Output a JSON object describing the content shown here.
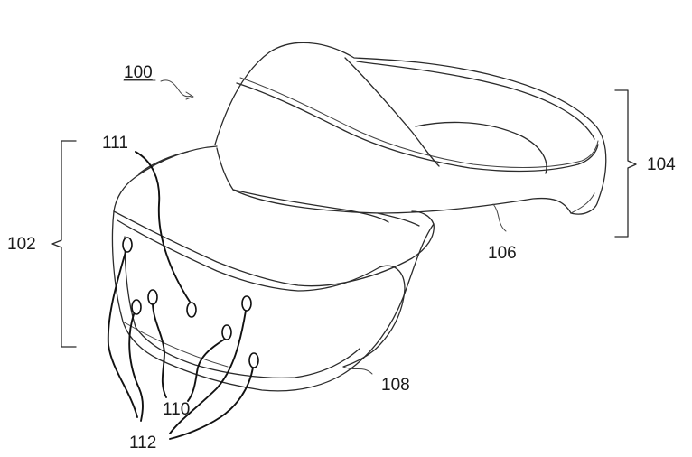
{
  "figure": {
    "labels": {
      "device": "100",
      "front_section": "102",
      "rear_section": "104",
      "head_strap": "106",
      "visor": "108",
      "sensor_group_a": "110",
      "sensor_single": "111",
      "sensor_group_b": "112"
    }
  }
}
